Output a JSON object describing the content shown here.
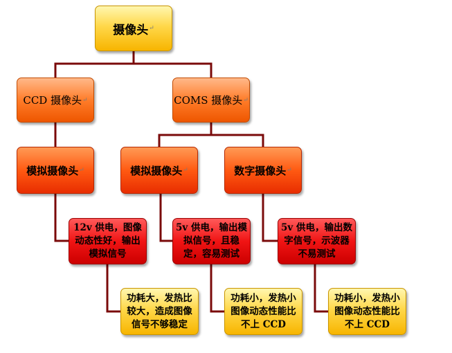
{
  "nodes": {
    "root": "摄像头",
    "ccd": "CCD 摄像头",
    "coms": "COMS 摄像头",
    "ccd_analog": "模拟摄像头",
    "coms_analog": "模拟摄像头",
    "coms_digital": "数字摄像头",
    "spec_ccd_analog": "12v 供电，图像动态性好，输出模拟信号",
    "spec_coms_analog": "5v 供电，输出模拟信号，且稳定，容易测试",
    "spec_coms_digital": "5v 供电，输出数字信号，示波器不易测试",
    "note_ccd_analog": "功耗大，发热比较大，造成图像信号不够稳定",
    "note_coms_analog": "功耗小，发热小图像动态性能比不上 CCD",
    "note_coms_digital": "功耗小，发热小图像动态性能比不上 CCD"
  },
  "return_mark": "↵",
  "colors": {
    "connector": "#7a0a0a",
    "yellow": "#ffd84a",
    "orange": "#ff7d2a",
    "red": "#f01414"
  }
}
